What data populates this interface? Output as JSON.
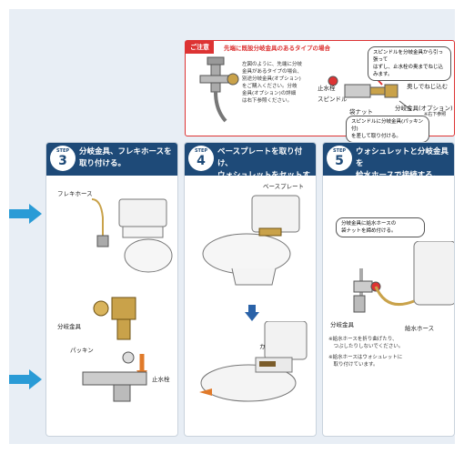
{
  "caution": {
    "tag": "ご注意",
    "title": "先端に既設分岐金具のあるタイプの場合",
    "text": "左図のように、先端に分岐\n金具があるタイプの場合、\n別途分岐金具(オプション)\nをご購入ください。分岐\n金具(オプション)の詳細\nは右下参照ください。",
    "bubble1": "スピンドルを分岐金具から引っ張って\nはずし、止水栓の奥までねじ込みます。",
    "bubble2": "スピンドルに分岐金具(パッキン付)\nを差して取り付ける。",
    "labels": {
      "stop_valve": "止水栓",
      "spindle": "スピンドル",
      "screw_in": "奥しでねじ込む",
      "nut": "袋ナット",
      "branch_option": "分岐金具(オプション)",
      "branch_option_sub": "※右下参照"
    }
  },
  "steps": [
    {
      "step_word": "STEP",
      "number": "3",
      "title": "分岐金具、フレキホースを\n取り付ける。"
    },
    {
      "step_word": "STEP",
      "number": "4",
      "title": "ベースプレートを取り付け、\nウォシュレットをセットする。"
    },
    {
      "step_word": "STEP",
      "number": "5",
      "title": "ウォシュレットと分岐金具を\n給水ホースで接続する。"
    }
  ],
  "step3_labels": {
    "flexi_hose": "フレキホース",
    "branch": "分岐金具",
    "packing": "パッキン",
    "stop_valve": "止水栓"
  },
  "step4_labels": {
    "base_plate": "ベースプレート",
    "click": "カチッ"
  },
  "step5_labels": {
    "bubble": "分岐金具に給水ホースの\n袋ナットを締め付ける。",
    "branch": "分岐金具",
    "supply_hose": "給水ホース",
    "note1": "※給水ホースを折り曲げたり、\n　つぶしたりしないでください。",
    "note2": "※給水ホースはウォシュレットに\n　取り付けています。"
  },
  "colors": {
    "accent": "#1e4a78",
    "arrow": "#2a9bd6",
    "caution": "#dd3333",
    "brass": "#c9a24a",
    "orange": "#e07a2a"
  }
}
